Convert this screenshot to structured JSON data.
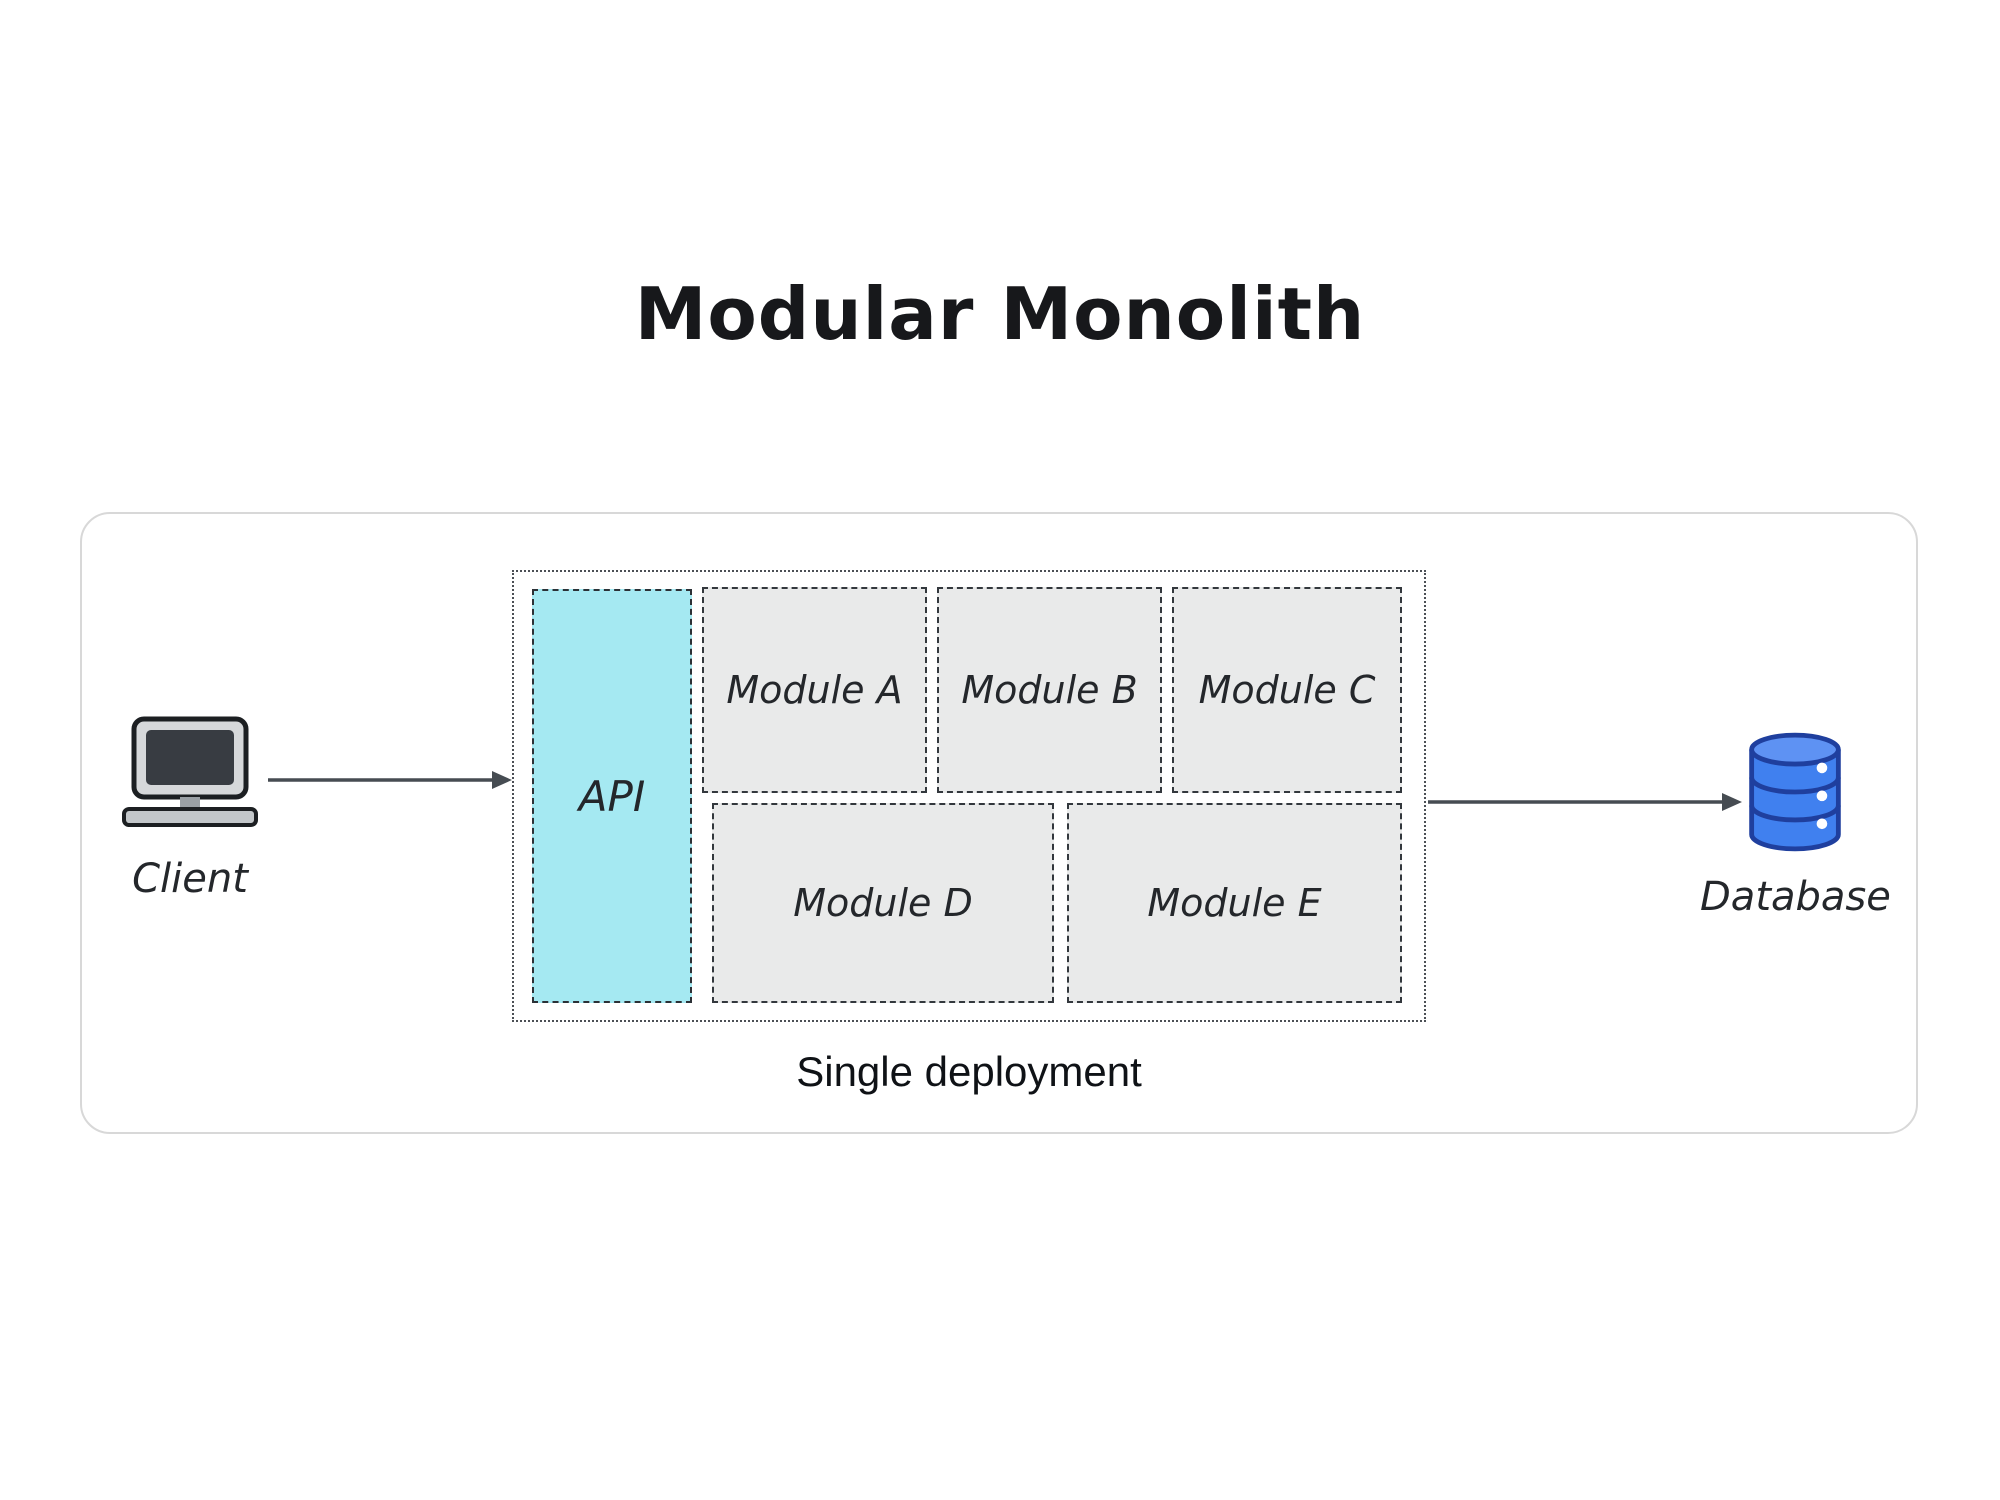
{
  "title": "Modular Monolith",
  "client": {
    "label": "Client",
    "icon": "computer-icon"
  },
  "deployment": {
    "label": "Single deployment",
    "api": {
      "label": "API"
    },
    "modules": [
      {
        "label": "Module A"
      },
      {
        "label": "Module B"
      },
      {
        "label": "Module C"
      },
      {
        "label": "Module D"
      },
      {
        "label": "Module E"
      }
    ]
  },
  "database": {
    "label": "Database",
    "icon": "database-icon"
  },
  "colors": {
    "api_fill": "#a5e9f2",
    "module_fill": "#e9eaea",
    "database_blue": "#4080ef",
    "database_outline": "#1f3f9e",
    "arrow": "#464c52",
    "border_dark": "#33383d",
    "outer_border": "#d8d8d8",
    "title_color": "#17181b"
  }
}
